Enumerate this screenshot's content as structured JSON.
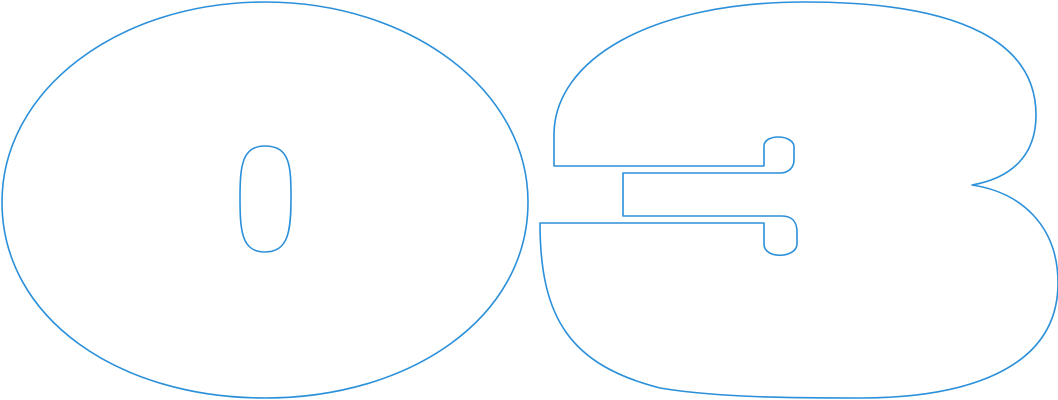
{
  "display": {
    "text": "03",
    "digits": [
      "0",
      "3"
    ]
  },
  "colors": {
    "background": "#ffffff",
    "outline": "#2b90d9"
  }
}
